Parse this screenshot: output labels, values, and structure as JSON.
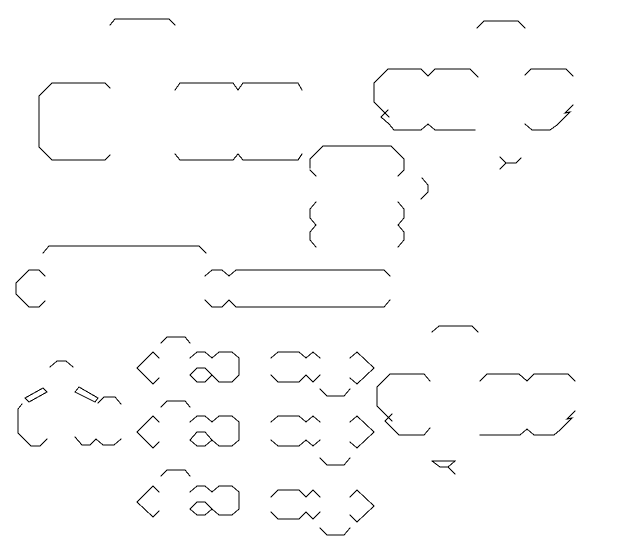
{
  "canvas": {
    "background": "#ffffff",
    "stroke_color": "#000000"
  },
  "shapes": [
    {
      "name": "top-left-bar-fragment",
      "kind": "line-fragment"
    },
    {
      "name": "top-right-bar-fragment",
      "kind": "line-fragment"
    },
    {
      "name": "left-bracket-glyph",
      "kind": "bracket"
    },
    {
      "name": "double-bar-glyph-top",
      "kind": "double-bar"
    },
    {
      "name": "right-upper-bracket-glyph",
      "kind": "bracket"
    },
    {
      "name": "right-upper-tail-glyph",
      "kind": "tail"
    },
    {
      "name": "center-tall-glyph",
      "kind": "tall-glyph"
    },
    {
      "name": "center-small-chevron",
      "kind": "chevron"
    },
    {
      "name": "small-tick-glyph",
      "kind": "tick"
    },
    {
      "name": "wide-bar-fragment",
      "kind": "line-fragment"
    },
    {
      "name": "small-left-chevron",
      "kind": "chevron"
    },
    {
      "name": "long-double-bar-glyph",
      "kind": "double-bar"
    },
    {
      "name": "bottom-left-figure-glyph",
      "kind": "figure"
    },
    {
      "name": "grid-row-1-glyphs",
      "kind": "glyph-row"
    },
    {
      "name": "grid-row-2-glyphs",
      "kind": "glyph-row"
    },
    {
      "name": "grid-row-3-glyphs",
      "kind": "glyph-row"
    },
    {
      "name": "right-lower-bracket-glyph",
      "kind": "bracket"
    },
    {
      "name": "right-lower-double-bar-glyph",
      "kind": "double-bar"
    },
    {
      "name": "bottom-small-arrow-glyph",
      "kind": "arrow"
    }
  ]
}
